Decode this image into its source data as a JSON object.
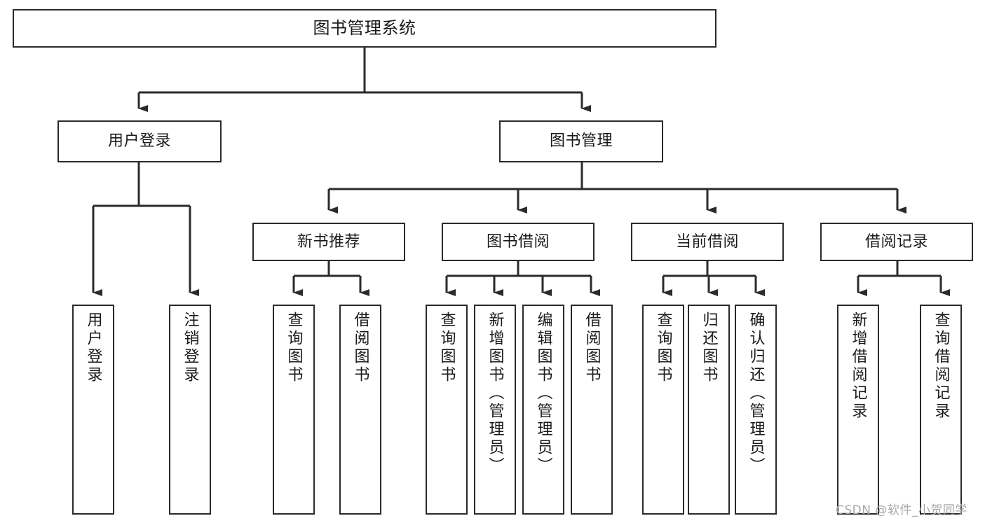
{
  "diagram": {
    "type": "tree",
    "title": "图书管理系统",
    "orientation": "top-down",
    "line_color": "#2b2b2b",
    "box_fill": "#ffffff",
    "box_stroke": "#2b2b2b"
  },
  "nodes": {
    "root": {
      "label": "图书管理系统",
      "level": 1,
      "orientation": "horizontal"
    },
    "l2": [
      {
        "label": "用户登录",
        "orientation": "horizontal"
      },
      {
        "label": "图书管理",
        "orientation": "horizontal"
      }
    ],
    "l3": [
      {
        "label": "新书推荐",
        "orientation": "horizontal"
      },
      {
        "label": "图书借阅",
        "orientation": "horizontal"
      },
      {
        "label": "当前借阅",
        "orientation": "horizontal"
      },
      {
        "label": "借阅记录",
        "orientation": "horizontal"
      }
    ],
    "leaves_user_login": [
      {
        "label": "用户登录",
        "orientation": "vertical"
      },
      {
        "label": "注销登录",
        "orientation": "vertical"
      }
    ],
    "leaves_new_book": [
      {
        "label": "查询图书",
        "orientation": "vertical"
      },
      {
        "label": "借阅图书",
        "orientation": "vertical"
      }
    ],
    "leaves_borrow": [
      {
        "label": "查询图书",
        "orientation": "vertical"
      },
      {
        "label": "新增图书（管理员）",
        "orientation": "vertical"
      },
      {
        "label": "编辑图书（管理员）",
        "orientation": "vertical"
      },
      {
        "label": "借阅图书",
        "orientation": "vertical"
      }
    ],
    "leaves_current": [
      {
        "label": "查询图书",
        "orientation": "vertical"
      },
      {
        "label": "归还图书",
        "orientation": "vertical"
      },
      {
        "label": "确认归还（管理员）",
        "orientation": "vertical"
      }
    ],
    "leaves_records": [
      {
        "label": "新增借阅记录",
        "orientation": "vertical"
      },
      {
        "label": "查询借阅记录",
        "orientation": "vertical"
      }
    ]
  },
  "watermark": {
    "text": "CSDN @软件_小贺同学",
    "color": "#a8a8a8"
  }
}
